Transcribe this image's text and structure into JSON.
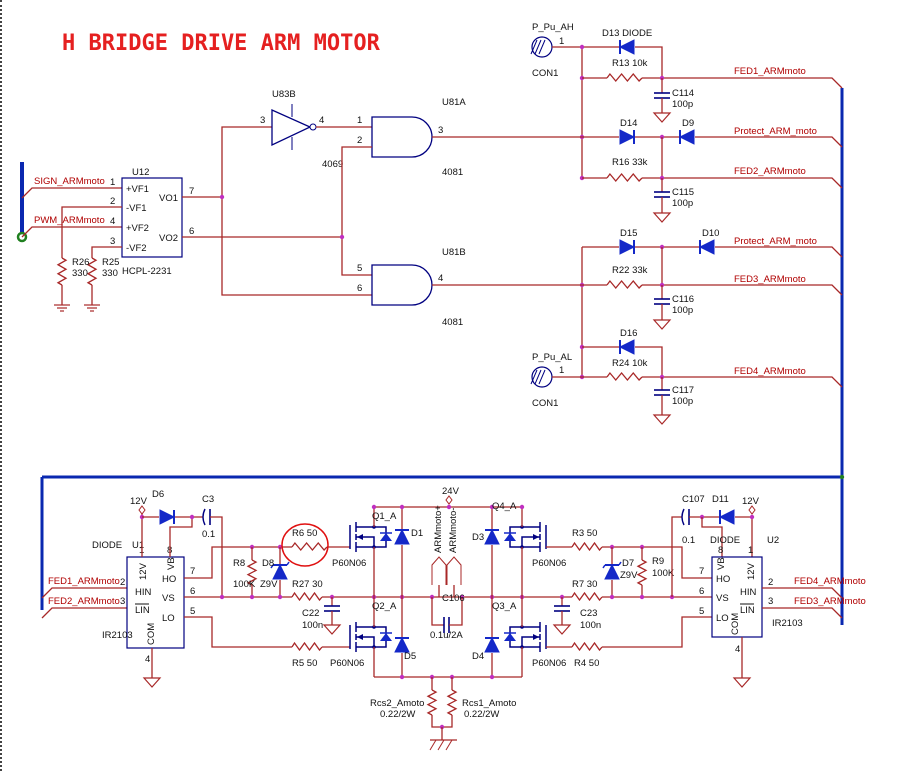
{
  "title": "H BRIDGE DRIVE ARM MOTOR",
  "colors": {
    "wire": "#a82828",
    "component": "#000080",
    "diode_fill": "#1428c8",
    "bus": "#0a28b0",
    "junction": "#c030c0",
    "net_label": "#b00000",
    "title": "#e52020",
    "highlight": "#e01010"
  },
  "labels": {
    "sign": "SIGN_ARMmoto",
    "pwm": "PWM_ARMmoto",
    "u12": "U12",
    "hcpl": "HCPL-2231",
    "vf1p": "+VF1",
    "vf1n": "-VF1",
    "vf2p": "+VF2",
    "vf2n": "-VF2",
    "vo1": "VO1",
    "vo2": "VO2",
    "u83b": "U83B",
    "inv_type": "4069",
    "u81a": "U81A",
    "u81b": "U81B",
    "and_type": "4081",
    "p1": "1",
    "p2": "2",
    "p3": "3",
    "p4": "4",
    "p5": "5",
    "p6": "6",
    "p7": "7",
    "p8": "8",
    "r26": "R26",
    "r25": "R25",
    "r330": "330",
    "p_pu_ah": "P_Pu_AH",
    "p_pu_al": "P_Pu_AL",
    "con1": "CON1",
    "d13": "D13 DIODE",
    "r13": "R13 10k",
    "r16": "R16 33k",
    "r22": "R22 33k",
    "r24": "R24 10k",
    "fed1": "FED1_ARMmoto",
    "fed2": "FED2_ARMmoto",
    "fed3": "FED3_ARMmoto",
    "fed4": "FED4_ARMmoto",
    "protect": "Protect_ARM_moto",
    "c114": "C114",
    "c115": "C115",
    "c116": "C116",
    "c117": "C117",
    "c100p": "100p",
    "d14": "D14",
    "d9": "D9",
    "d15": "D15",
    "d10": "D10",
    "d16": "D16",
    "d6": "D6",
    "v12": "12V",
    "c3": "C3",
    "c01": "0.1",
    "diode": "DIODE",
    "u1": "U1",
    "u2": "U2",
    "ir2103": "IR2103",
    "hin": "HIN",
    "lin": "LIN",
    "ho": "HO",
    "vs": "VS",
    "lo": "LO",
    "vb": "VB",
    "com": "COM",
    "r8": "R8",
    "r100k": "100K",
    "d8": "D8",
    "z9v": "Z9V",
    "r6": "R6  50",
    "r27": "R27 30",
    "c22": "C22",
    "c100n": "100n",
    "r5": "R5  50",
    "p60n06": "P60N06",
    "q1": "Q1_A",
    "q2": "Q2_A",
    "q3": "Q3_A",
    "q4": "Q4_A",
    "d1": "D1",
    "d5": "D5",
    "d3": "D3",
    "d4": "D4",
    "v24": "24V",
    "arm_p": "ARMmoto+",
    "arm_m": "ARMmoto-",
    "c106": "C106",
    "c106v": "0.1u/2A",
    "rcs2": "Rcs2_Amoto",
    "rcs1": "Rcs1_Amoto",
    "rcsv": "0.22/2W",
    "r3": "R3  50",
    "d7": "D7",
    "r9": "R9",
    "r7": "R7  30",
    "c23": "C23",
    "r4": "R4  50",
    "c107": "C107",
    "d11": "D11"
  }
}
